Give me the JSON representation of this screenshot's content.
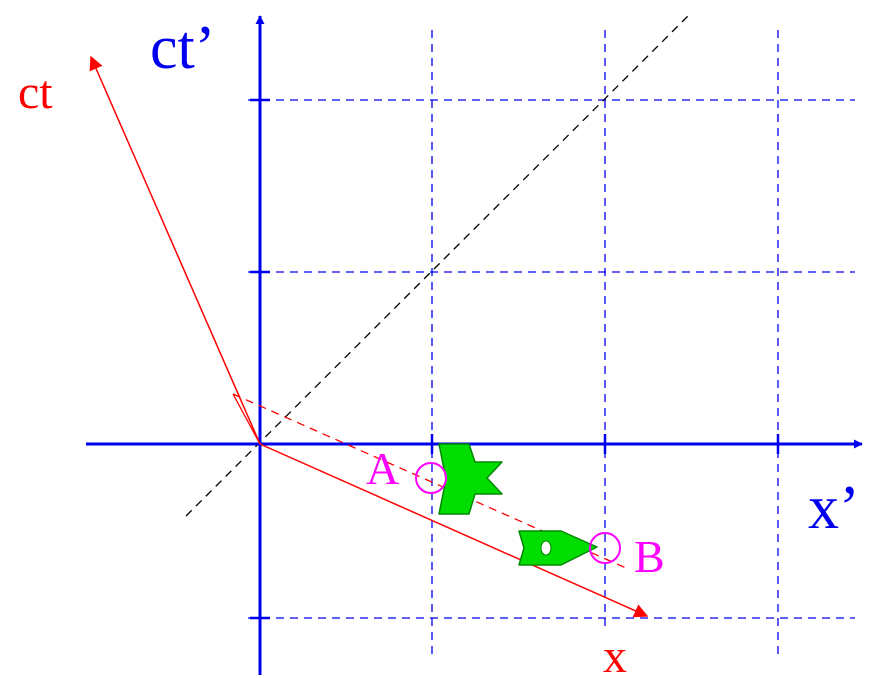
{
  "labels": {
    "ct_prime": "ct’",
    "x_prime": "x’",
    "ct": "ct",
    "x": "x",
    "event_a": "A",
    "event_b": "B"
  },
  "colors": {
    "primed_axes": "#0000ee",
    "unprimed_axes": "#ff0000",
    "events": "#ff00ff",
    "rockets": "#00dd00",
    "rocket_outline": "#008800",
    "light_line": "#000000"
  },
  "icons": {
    "rocket_a": "rocket-icon",
    "rocket_b": "rocket-icon"
  }
}
